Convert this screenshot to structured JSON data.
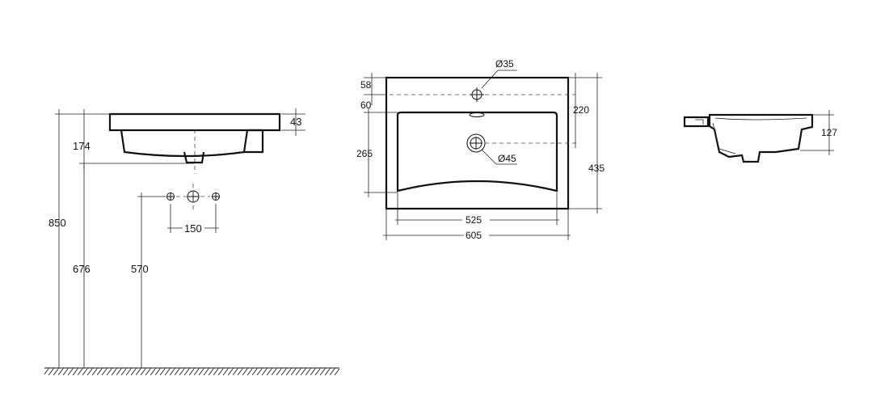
{
  "side_view": {
    "dims": {
      "d43": "43",
      "d174": "174",
      "d850": "850",
      "d676": "676",
      "d570": "570",
      "d150": "150"
    }
  },
  "top_view": {
    "dims": {
      "d58": "58",
      "d60": "60",
      "d265": "265",
      "d220": "220",
      "d435": "435",
      "d525": "525",
      "d605": "605",
      "tap_hole": "Ø35",
      "drain": "Ø45"
    }
  },
  "section_view": {
    "dims": {
      "d127": "127"
    }
  }
}
